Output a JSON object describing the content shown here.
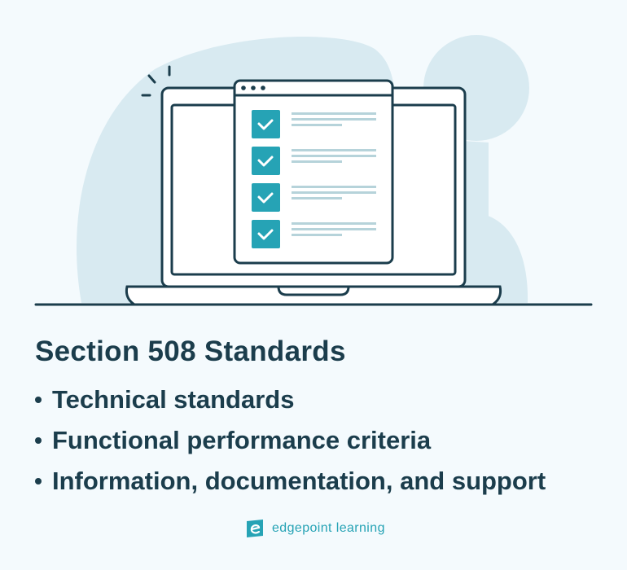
{
  "heading": "Section 508 Standards",
  "bullets": [
    "Technical standards",
    "Functional performance criteria",
    "Information, documentation, and support"
  ],
  "brand": {
    "name": "edgepoint learning",
    "color": "#26a3b5"
  },
  "colors": {
    "text": "#1b3d4c",
    "accent": "#26a3b5",
    "blob": "#d8eaf1",
    "background": "#f4fafd"
  },
  "illustration": {
    "checklist_items": 4,
    "browser_dots": 3
  }
}
